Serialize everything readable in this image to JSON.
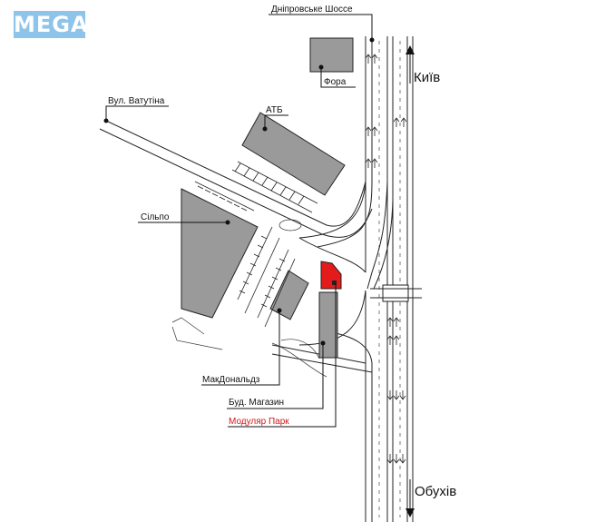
{
  "watermark": {
    "text": "MEGA",
    "color": "#8ec3ea"
  },
  "labels": {
    "highway": "Дніпровське Шоссе",
    "kyiv": "Київ",
    "obukhiv": "Обухів",
    "fora": "Фора",
    "vatutina": "Вул. Ватутіна",
    "atb": "АТБ",
    "silpo": "Сільпо",
    "mcdonalds": "МакДональдз",
    "bud_magazyn": "Буд. Магазин",
    "modular_park": "Модуляр Парк"
  },
  "colors": {
    "building": "#9a9a9a",
    "highlight": "#e41b1b",
    "highlight_text": "#d01818",
    "line": "#222222"
  }
}
